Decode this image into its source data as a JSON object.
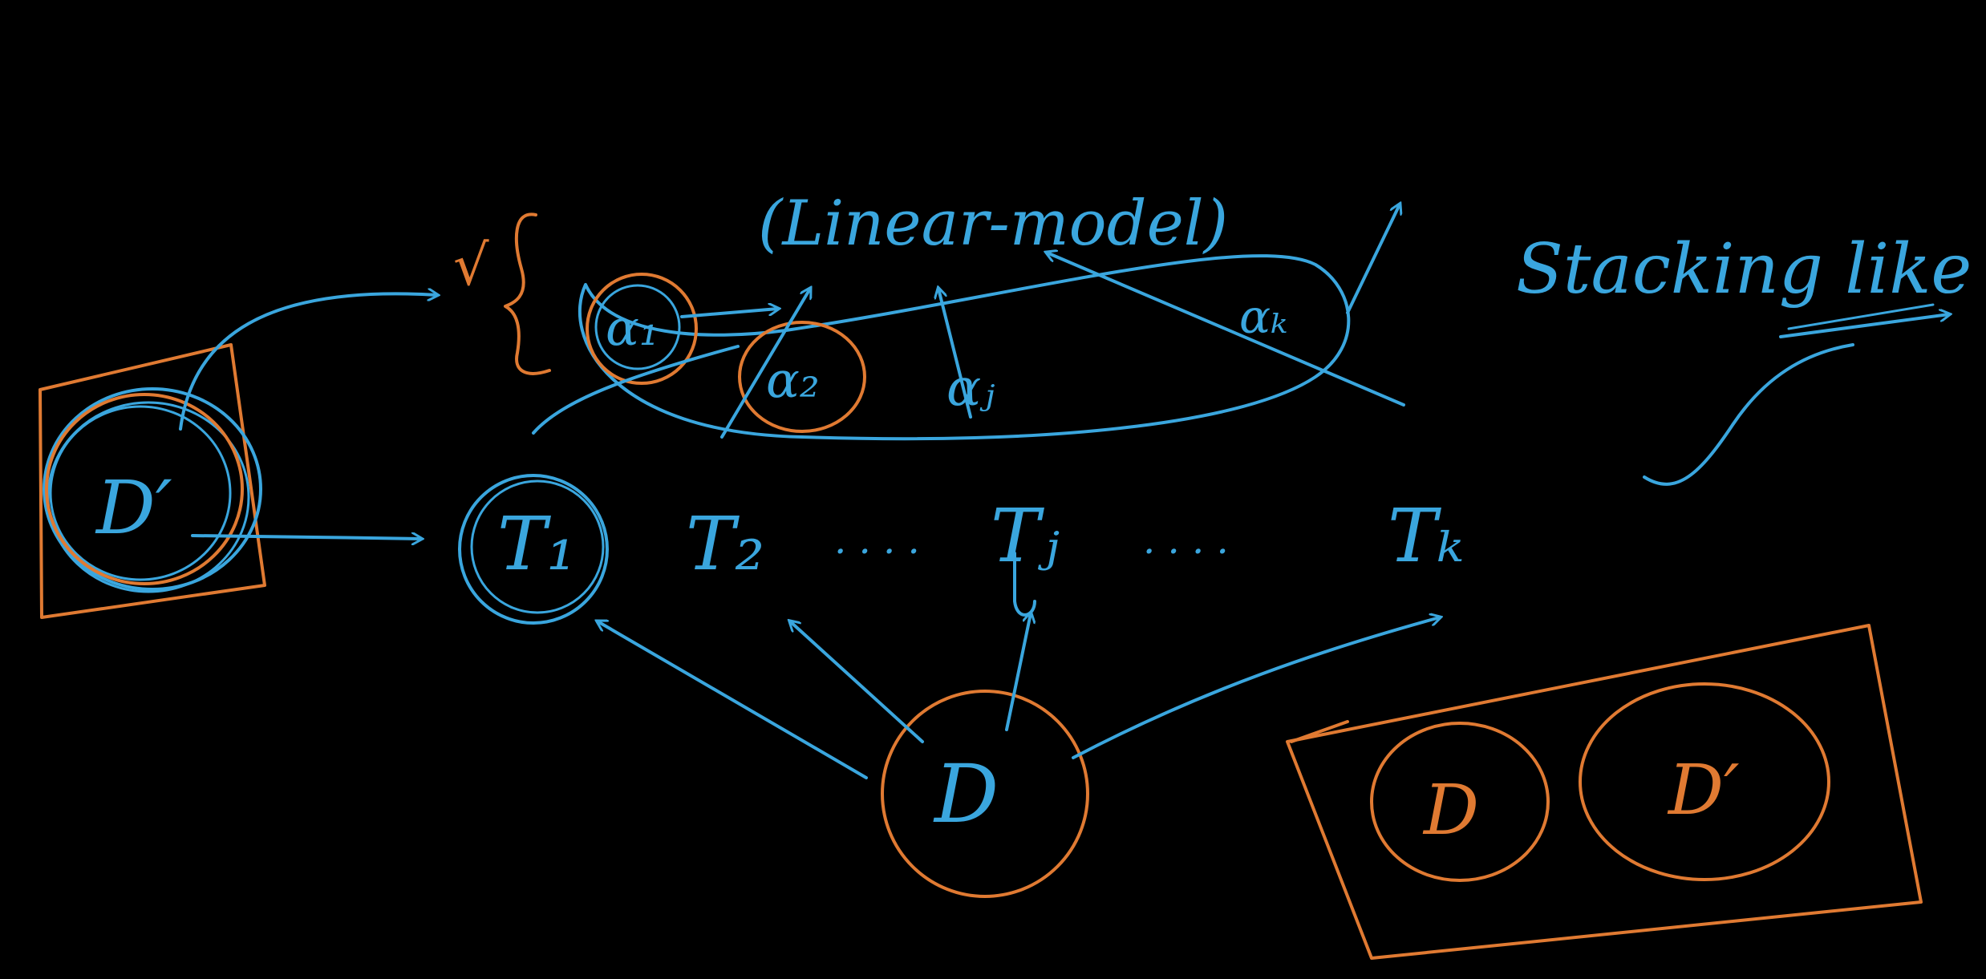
{
  "colors": {
    "background": "#000000",
    "blue": "#3aa6de",
    "orange": "#e07a32"
  },
  "labels": {
    "linear_model": "(Linear-model)",
    "stacking_like": "Stacking like",
    "check_mark": "√",
    "alpha_1": "α₁",
    "alpha_2": "α₂",
    "alpha_j": "αⱼ",
    "alpha_k": "αₖ",
    "d_prime": "D′",
    "d": "D",
    "d_box": "D",
    "d_prime_box": "D′"
  },
  "models": [
    {
      "id": "T1",
      "text": "T₁"
    },
    {
      "id": "T2",
      "text": "T₂"
    },
    {
      "id": "dots1",
      "text": ". . . ."
    },
    {
      "id": "Tj",
      "text": "Tⱼ"
    },
    {
      "id": "dots2",
      "text": ". . . ."
    },
    {
      "id": "Tk",
      "text": "Tₖ"
    }
  ]
}
